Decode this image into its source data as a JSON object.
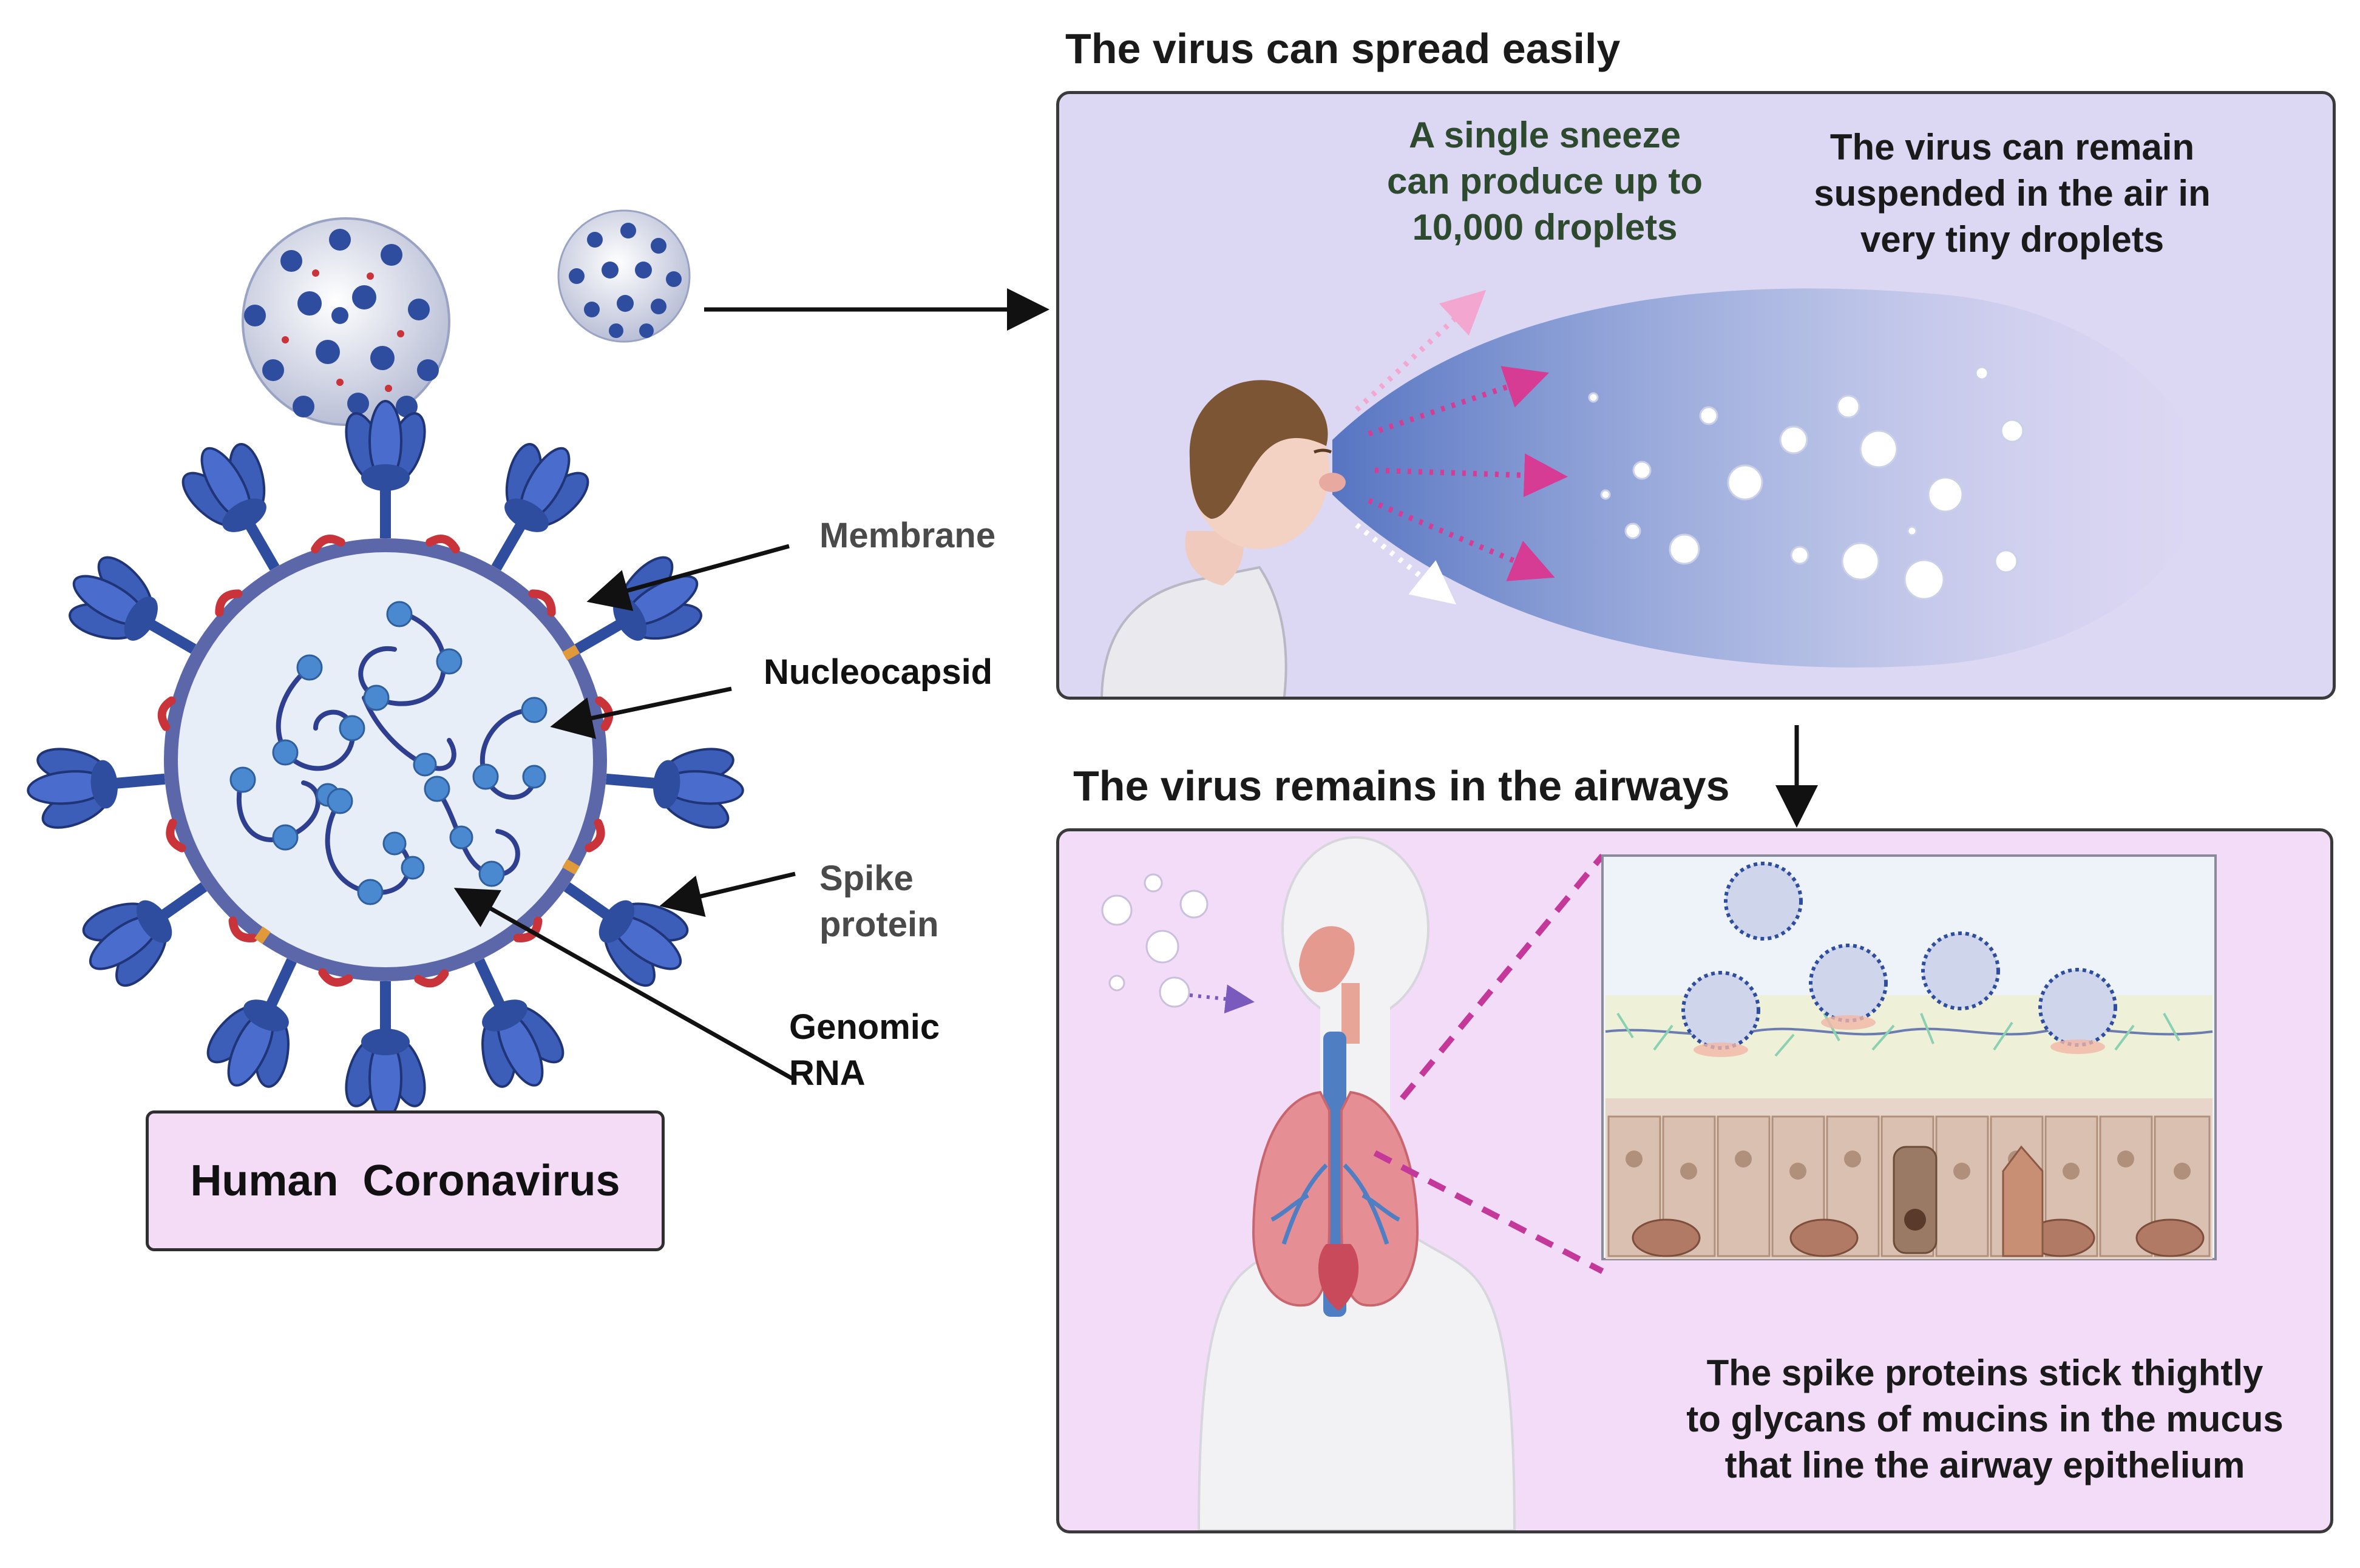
{
  "left": {
    "labels": {
      "membrane": "Membrane",
      "nucleocapsid": "Nucleocapsid",
      "spike_protein": "Spike\nprotein",
      "genomic_rna": "Genomic\nRNA"
    },
    "caption": "Human  Coronavirus"
  },
  "top_panel": {
    "heading": "The virus can spread easily",
    "sneeze_text": "A single sneeze\ncan produce up to\n10,000 droplets",
    "air_text": "The virus can remain\nsuspended in the air in\nvery tiny droplets"
  },
  "bottom_panel": {
    "heading": "The virus remains in the airways",
    "mucin_text": "The spike proteins stick thightly\nto glycans of mucins in the mucus\nthat line the airway epithelium"
  },
  "colors": {
    "top_panel_bg": "#dcd7f3",
    "bottom_panel_bg": "#f3dcf8",
    "sneeze_text": "#2d4a2e",
    "spike_blue": "#3c5db8",
    "membrane_red": "#c9333a",
    "droplet_arrow": "#d63c94"
  }
}
